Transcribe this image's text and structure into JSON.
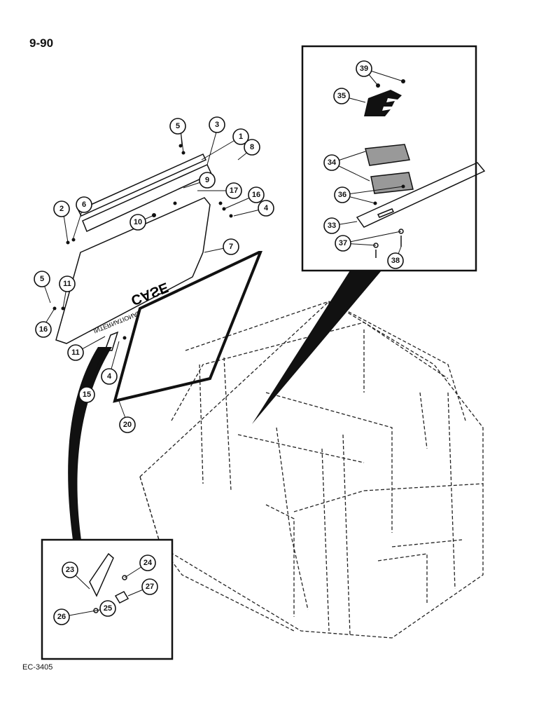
{
  "page": {
    "number": "9-90",
    "drawing_code": "EC-3405"
  },
  "panel_text": {
    "brand": "CASE",
    "brand_sub": "INTERNATIONAL"
  },
  "callouts": [
    {
      "id": "c1",
      "label": "1"
    },
    {
      "id": "c2",
      "label": "2"
    },
    {
      "id": "c3",
      "label": "3"
    },
    {
      "id": "c4a",
      "label": "4"
    },
    {
      "id": "c4b",
      "label": "4"
    },
    {
      "id": "c5a",
      "label": "5"
    },
    {
      "id": "c5b",
      "label": "5"
    },
    {
      "id": "c6",
      "label": "6"
    },
    {
      "id": "c7",
      "label": "7"
    },
    {
      "id": "c8",
      "label": "8"
    },
    {
      "id": "c9",
      "label": "9"
    },
    {
      "id": "c10",
      "label": "10"
    },
    {
      "id": "c11a",
      "label": "11"
    },
    {
      "id": "c11b",
      "label": "11"
    },
    {
      "id": "c15",
      "label": "15"
    },
    {
      "id": "c16a",
      "label": "16"
    },
    {
      "id": "c16b",
      "label": "16"
    },
    {
      "id": "c17",
      "label": "17"
    },
    {
      "id": "c20",
      "label": "20"
    },
    {
      "id": "c23",
      "label": "23"
    },
    {
      "id": "c24",
      "label": "24"
    },
    {
      "id": "c25",
      "label": "25"
    },
    {
      "id": "c26",
      "label": "26"
    },
    {
      "id": "c27",
      "label": "27"
    },
    {
      "id": "c33",
      "label": "33"
    },
    {
      "id": "c34",
      "label": "34"
    },
    {
      "id": "c35",
      "label": "35"
    },
    {
      "id": "c36",
      "label": "36"
    },
    {
      "id": "c37",
      "label": "37"
    },
    {
      "id": "c38",
      "label": "38"
    },
    {
      "id": "c39",
      "label": "39"
    }
  ]
}
